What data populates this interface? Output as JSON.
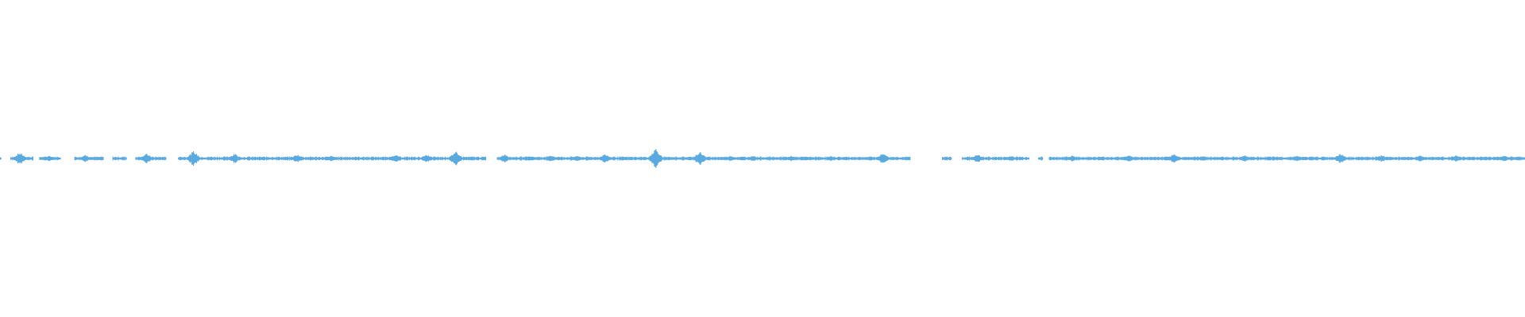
{
  "waveform": {
    "color": "#5aa9df",
    "background": "#ffffff",
    "duration_fraction_start": 0,
    "duration_fraction_end": 1,
    "segments": [
      {
        "start": 0.0,
        "end": 0.001
      },
      {
        "start": 0.007,
        "end": 0.022
      },
      {
        "start": 0.026,
        "end": 0.04
      },
      {
        "start": 0.049,
        "end": 0.068
      },
      {
        "start": 0.074,
        "end": 0.083
      },
      {
        "start": 0.089,
        "end": 0.109
      },
      {
        "start": 0.117,
        "end": 0.319
      },
      {
        "start": 0.326,
        "end": 0.597
      },
      {
        "start": 0.618,
        "end": 0.624
      },
      {
        "start": 0.631,
        "end": 0.675
      },
      {
        "start": 0.681,
        "end": 0.684
      },
      {
        "start": 0.688,
        "end": 1.0
      }
    ],
    "bursts": [
      {
        "pos": 0.013,
        "amp": 0.45
      },
      {
        "pos": 0.032,
        "amp": 0.2
      },
      {
        "pos": 0.056,
        "amp": 0.25
      },
      {
        "pos": 0.096,
        "amp": 0.35
      },
      {
        "pos": 0.127,
        "amp": 0.55
      },
      {
        "pos": 0.154,
        "amp": 0.35
      },
      {
        "pos": 0.195,
        "amp": 0.3
      },
      {
        "pos": 0.217,
        "amp": 0.22
      },
      {
        "pos": 0.259,
        "amp": 0.3
      },
      {
        "pos": 0.28,
        "amp": 0.28
      },
      {
        "pos": 0.299,
        "amp": 0.55
      },
      {
        "pos": 0.331,
        "amp": 0.3
      },
      {
        "pos": 0.347,
        "amp": 0.22
      },
      {
        "pos": 0.361,
        "amp": 0.25
      },
      {
        "pos": 0.378,
        "amp": 0.22
      },
      {
        "pos": 0.397,
        "amp": 0.35
      },
      {
        "pos": 0.43,
        "amp": 0.75
      },
      {
        "pos": 0.459,
        "amp": 0.5
      },
      {
        "pos": 0.479,
        "amp": 0.22
      },
      {
        "pos": 0.494,
        "amp": 0.22
      },
      {
        "pos": 0.519,
        "amp": 0.2
      },
      {
        "pos": 0.545,
        "amp": 0.18
      },
      {
        "pos": 0.579,
        "amp": 0.4
      },
      {
        "pos": 0.641,
        "amp": 0.3
      },
      {
        "pos": 0.663,
        "amp": 0.2
      },
      {
        "pos": 0.703,
        "amp": 0.22
      },
      {
        "pos": 0.74,
        "amp": 0.25
      },
      {
        "pos": 0.77,
        "amp": 0.3
      },
      {
        "pos": 0.789,
        "amp": 0.2
      },
      {
        "pos": 0.816,
        "amp": 0.25
      },
      {
        "pos": 0.85,
        "amp": 0.22
      },
      {
        "pos": 0.879,
        "amp": 0.35
      },
      {
        "pos": 0.906,
        "amp": 0.25
      },
      {
        "pos": 0.931,
        "amp": 0.22
      },
      {
        "pos": 0.955,
        "amp": 0.25
      },
      {
        "pos": 0.986,
        "amp": 0.22
      }
    ]
  }
}
